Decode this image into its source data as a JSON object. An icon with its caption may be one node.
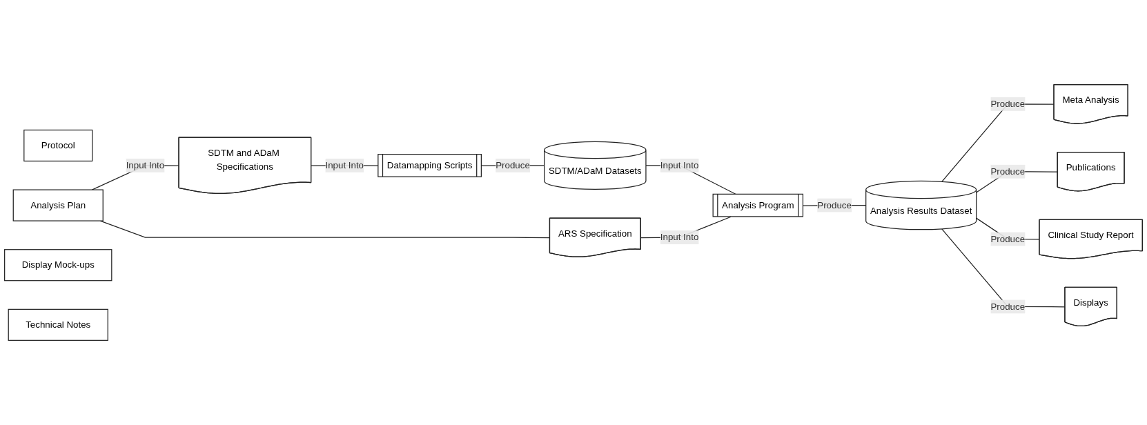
{
  "diagram": {
    "nodes": [
      {
        "text": [
          "Protocol"
        ]
      },
      {
        "text": [
          "Analysis Plan"
        ]
      },
      {
        "text": [
          "Display Mock-ups"
        ]
      },
      {
        "text": [
          "Technical Notes"
        ]
      },
      {
        "text": [
          "SDTM and ADaM Specifications"
        ]
      },
      {
        "text": [
          "ARS Specification"
        ]
      },
      {
        "text": [
          "Datamapping Scripts"
        ]
      },
      {
        "text": [
          "SDTM/ADaM Datasets"
        ]
      },
      {
        "text": [
          "Analysis Program"
        ]
      },
      {
        "text": [
          "Meta Analysis"
        ]
      },
      {
        "text": [
          "Analysis Results Dataset"
        ]
      },
      {
        "text": [
          "Publications"
        ]
      },
      {
        "text": [
          "Clinical Study Report"
        ]
      },
      {
        "text": [
          "Displays"
        ]
      }
    ],
    "edges": [
      {
        "from": 1,
        "to": 4,
        "arrow": "none",
        "label": "Input Into"
      },
      {
        "from": 1,
        "to": 5,
        "arrow": "none"
      },
      {
        "from": 4,
        "to": 6,
        "arrow": "none",
        "label": "Input Into"
      },
      {
        "from": 6,
        "to": 7,
        "arrow": "none",
        "label": "Produce"
      },
      {
        "from": 7,
        "to": 8,
        "arrow": "none",
        "label": "Input Into"
      },
      {
        "from": 5,
        "to": 8,
        "arrow": "none",
        "label": "Input Into"
      },
      {
        "from": 8,
        "to": 10,
        "arrow": "none",
        "label": "Produce"
      },
      {
        "from": 10,
        "to": 9,
        "arrow": "none",
        "label": "Produce"
      },
      {
        "from": 10,
        "to": 11,
        "arrow": "none",
        "label": "Produce"
      },
      {
        "from": 10,
        "to": 12,
        "arrow": "none",
        "label": "Produce"
      },
      {
        "from": 10,
        "to": 13,
        "arrow": "none",
        "label": "Produce"
      }
    ]
  }
}
